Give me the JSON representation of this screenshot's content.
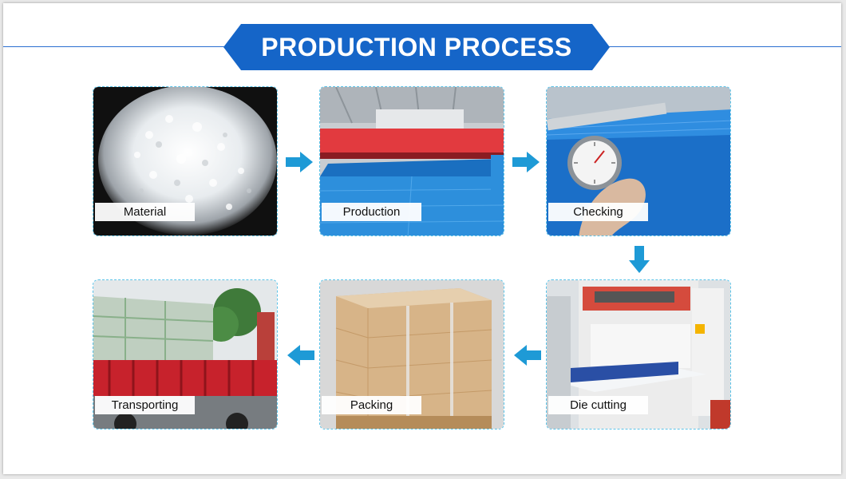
{
  "title": "PRODUCTION PROCESS",
  "colors": {
    "banner": "#1565c8",
    "arrow": "#1e9ad6",
    "card_border": "#5cc3e8"
  },
  "steps": [
    {
      "label": "Material",
      "image": "plastic-pellets-photo"
    },
    {
      "label": "Production",
      "image": "production-line-photo"
    },
    {
      "label": "Checking",
      "image": "caliper-measurement-photo"
    },
    {
      "label": "Die cutting",
      "image": "die-cutting-machine-photo"
    },
    {
      "label": "Packing",
      "image": "packed-pallet-photo"
    },
    {
      "label": "Transporting",
      "image": "loaded-truck-photo"
    }
  ],
  "flow_arrows": [
    "arrow-right",
    "arrow-right",
    "arrow-down",
    "arrow-left",
    "arrow-left"
  ]
}
